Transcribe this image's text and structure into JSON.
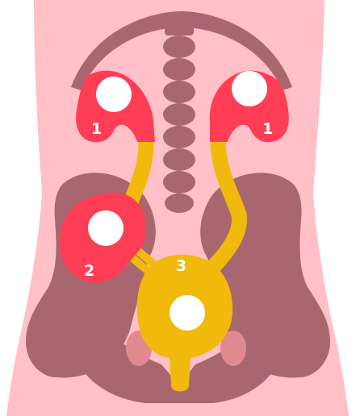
{
  "colors": {
    "background": "#ffffff",
    "body": "#ffc0c8",
    "bone": "#a8676f",
    "kidney": "#ff3d55",
    "urinary_tract": "#f0b90b",
    "marker": "#ffffff",
    "joint": "#e08a90"
  },
  "labels": {
    "kidney_left": "1",
    "kidney_right": "1",
    "displaced_kidney": "2",
    "bladder": "3"
  },
  "icons": {
    "kidney": "kidney-icon",
    "bladder": "bladder-icon",
    "spine": "spine-icon",
    "pelvis": "pelvis-icon"
  }
}
